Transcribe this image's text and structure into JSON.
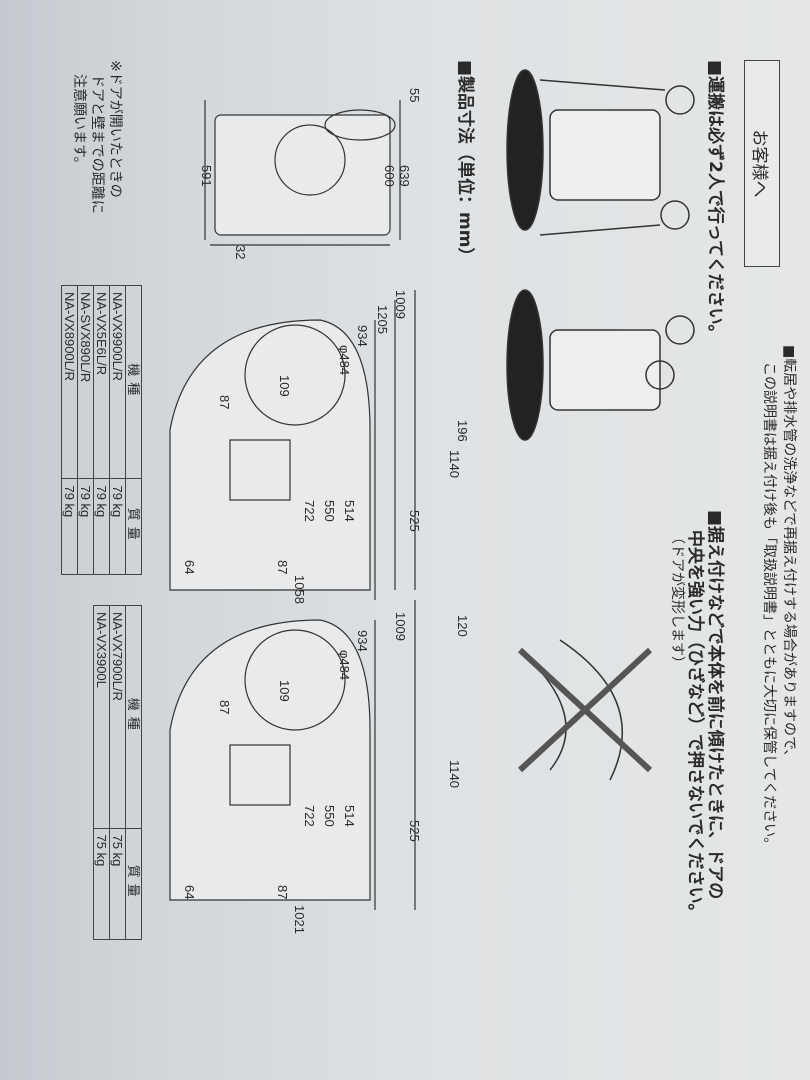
{
  "header": {
    "title": "お客様へ",
    "notice_line1": "■転居や排水管の洗浄などで再据え付けする場合がありますので、",
    "notice_line2": "この説明書は据え付け後も「取扱説明書」とともに大切に保管してください。"
  },
  "warnings": {
    "carry": "■運搬は必ず2人で行ってください。",
    "push_line1": "■据え付けなどで本体を前に傾けたときに、ドアの",
    "push_line2": "中央を強い力（ひざなど）で押さないでください。",
    "push_line3": "（ドアが変形します）"
  },
  "dimensions": {
    "heading": "■製品寸法（単位：mm）",
    "small": {
      "d55": "55",
      "d639": "639",
      "d600": "600",
      "d591": "591",
      "d32": "32"
    },
    "model_a": {
      "d196": "196",
      "d1009": "1009",
      "d1205": "1205",
      "d934": "934",
      "d484": "φ484",
      "d109": "109",
      "d87a": "87",
      "d1140": "1140",
      "d525": "525",
      "d514": "514",
      "d550": "550",
      "d722": "722",
      "d87b": "87",
      "d64": "64",
      "d1058": "1058"
    },
    "model_b": {
      "d120": "120",
      "d1009": "1009",
      "d934": "934",
      "d484": "φ484",
      "d109": "109",
      "d87a": "87",
      "d1140": "1140",
      "d525": "525",
      "d514": "514",
      "d550": "550",
      "d722": "722",
      "d87b": "87",
      "d64": "64",
      "d1021": "1021"
    }
  },
  "footnote": {
    "line1": "※ドアが開いたときの",
    "line2": "ドアと壁までの距離に",
    "line3": "注意願います。"
  },
  "table_a": {
    "headers": [
      "機種",
      "質量"
    ],
    "rows": [
      [
        "NA-VX9900L/R",
        "79 kg"
      ],
      [
        "NA-VX5E6L/R",
        "79 kg"
      ],
      [
        "NA-SVX890L/R",
        "79 kg"
      ],
      [
        "NA-VX8900L/R",
        "79 kg"
      ]
    ]
  },
  "table_b": {
    "headers": [
      "機種",
      "質量"
    ],
    "rows": [
      [
        "NA-VX7900L/R",
        "75 kg"
      ],
      [
        "NA-VX3900L",
        "75 kg"
      ]
    ]
  }
}
